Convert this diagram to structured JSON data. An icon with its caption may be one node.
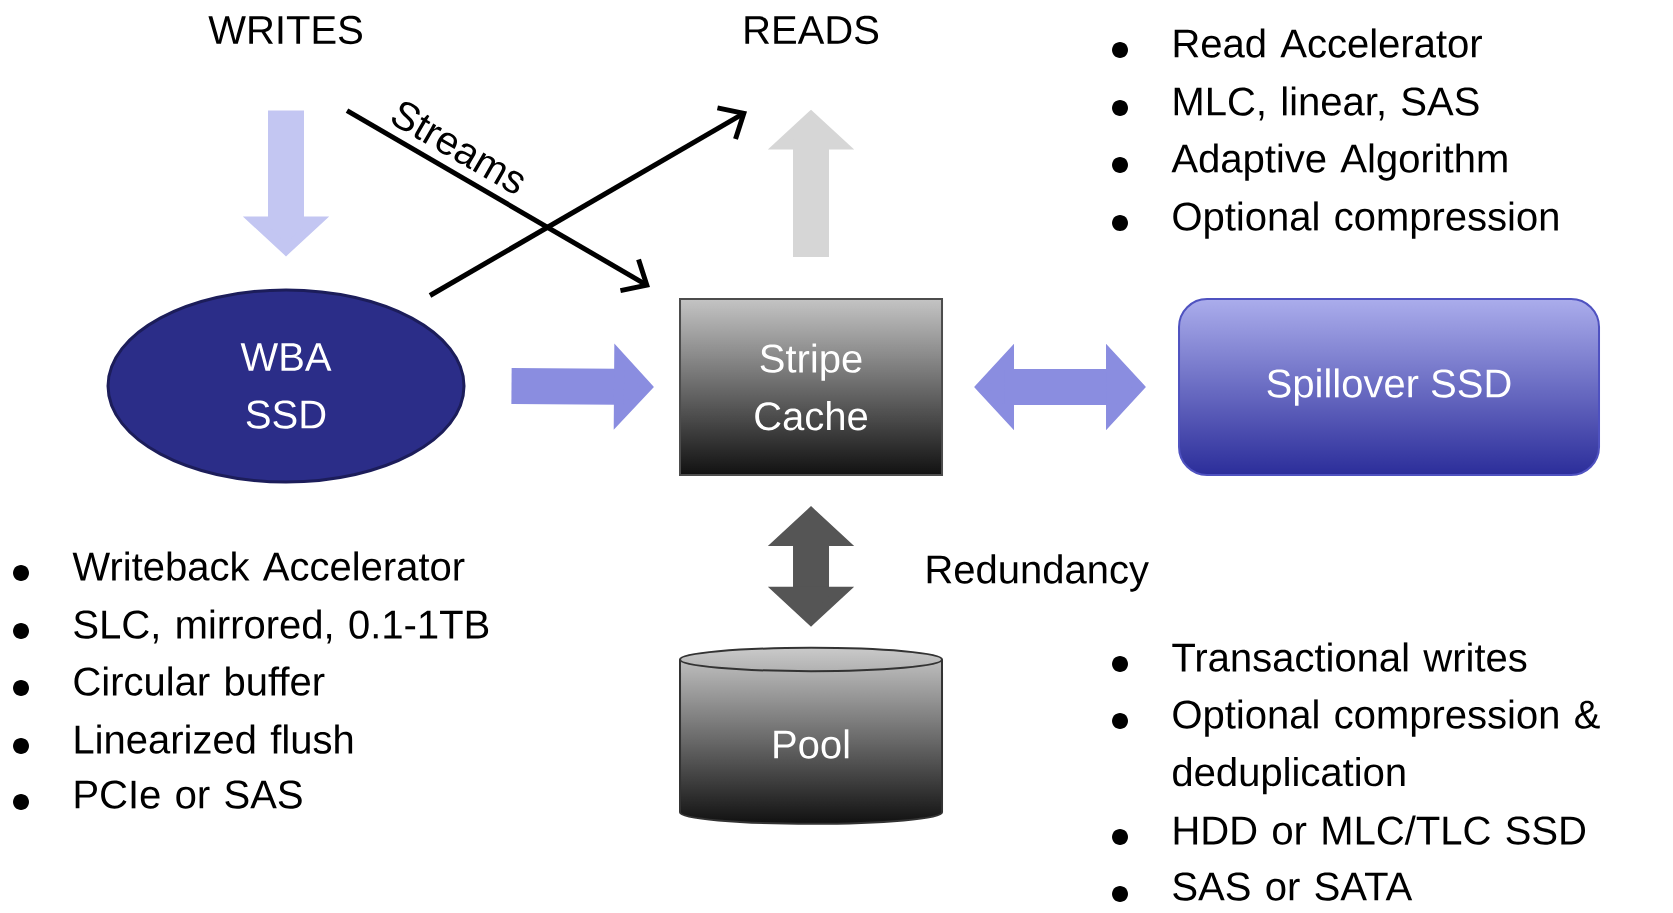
{
  "diagram": {
    "nodes": [
      {
        "text": [
          "WRITES"
        ]
      },
      {
        "text": [
          "READS"
        ]
      },
      {
        "text": [
          "WBA SSD"
        ]
      },
      {
        "text": [
          "Stripe Cache"
        ]
      },
      {
        "text": [
          "Spillover SSD"
        ]
      },
      {
        "text": [
          "Pool"
        ]
      }
    ],
    "edges": [
      {
        "from": 0,
        "to": 2,
        "arrow": "to",
        "color": "#c3c6f2"
      },
      {
        "from": 0,
        "to": 3,
        "arrow": "to",
        "label": "Streams",
        "color": "#000000"
      },
      {
        "from": 2,
        "to": 1,
        "arrow": "to",
        "color": "#000000"
      },
      {
        "from": 3,
        "to": 1,
        "arrow": "to",
        "color": "#d6d6d6"
      },
      {
        "from": 2,
        "to": 3,
        "arrow": "to",
        "color": "#8a8de0"
      },
      {
        "from": 3,
        "to": 4,
        "arrow": "both",
        "color": "#8a8de0"
      },
      {
        "from": 3,
        "to": 5,
        "arrow": "both",
        "label": "Redundancy",
        "color": "#555555"
      }
    ],
    "labels": [
      "Read Accelerator",
      "MLC, linear, SAS",
      "Adaptive Algorithm",
      "Optional compression",
      "Writeback Accelerator",
      "SLC, mirrored, 0.1-1TB",
      "Circular buffer",
      "Linearized flush",
      "PCIe or SAS",
      "Transactional writes",
      "Optional compression & deduplication",
      "HDD or MLC/TLC SSD",
      "SAS or SATA"
    ]
  }
}
